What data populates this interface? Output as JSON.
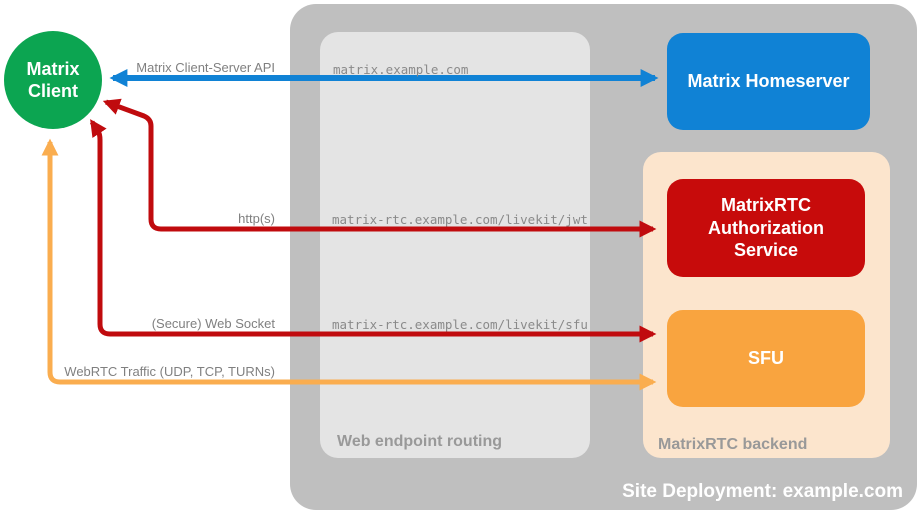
{
  "diagram": {
    "title": "Site Deployment: example.com",
    "colors": {
      "client_green": "#0CA551",
      "homeserver_blue": "#1082D5",
      "auth_red": "#C70B0B",
      "sfu_orange": "#F9A43F",
      "backend_peach": "#FCE5CD",
      "site_gray": "#BFBFBF",
      "routing_gray": "#E4E4E4",
      "arrow_red": "#C00B0E",
      "arrow_orange": "#FAAD4F",
      "arrow_blue": "#1082D5",
      "label_gray": "#808080"
    },
    "nodes": {
      "matrix_client": {
        "label": "Matrix\nClient"
      },
      "matrix_homeserver": {
        "label": "Matrix Homeserver"
      },
      "auth_service": {
        "label": "MatrixRTC\nAuthorization\nService"
      },
      "sfu": {
        "label": "SFU"
      }
    },
    "containers": {
      "site_deployment": {
        "label": "Site Deployment: example.com"
      },
      "web_endpoint_routing": {
        "label": "Web endpoint routing"
      },
      "matrixrtc_backend": {
        "label": "MatrixRTC backend"
      }
    },
    "endpoints": [
      "matrix.example.com",
      "matrix-rtc.example.com/livekit/jwt",
      "matrix-rtc.example.com/livekit/sfu"
    ],
    "arrows": {
      "client_server_api": {
        "label": "Matrix Client-Server API",
        "color": "#1082D5",
        "bidirectional": true
      },
      "https": {
        "label": "http(s)",
        "color": "#C00B0E",
        "bidirectional": false
      },
      "web_socket": {
        "label": "(Secure) Web Socket",
        "color": "#C00B0E",
        "bidirectional": false
      },
      "webrtc": {
        "label": "WebRTC Traffic (UDP, TCP, TURNs)",
        "color": "#FAAD4F",
        "bidirectional": false
      }
    }
  }
}
